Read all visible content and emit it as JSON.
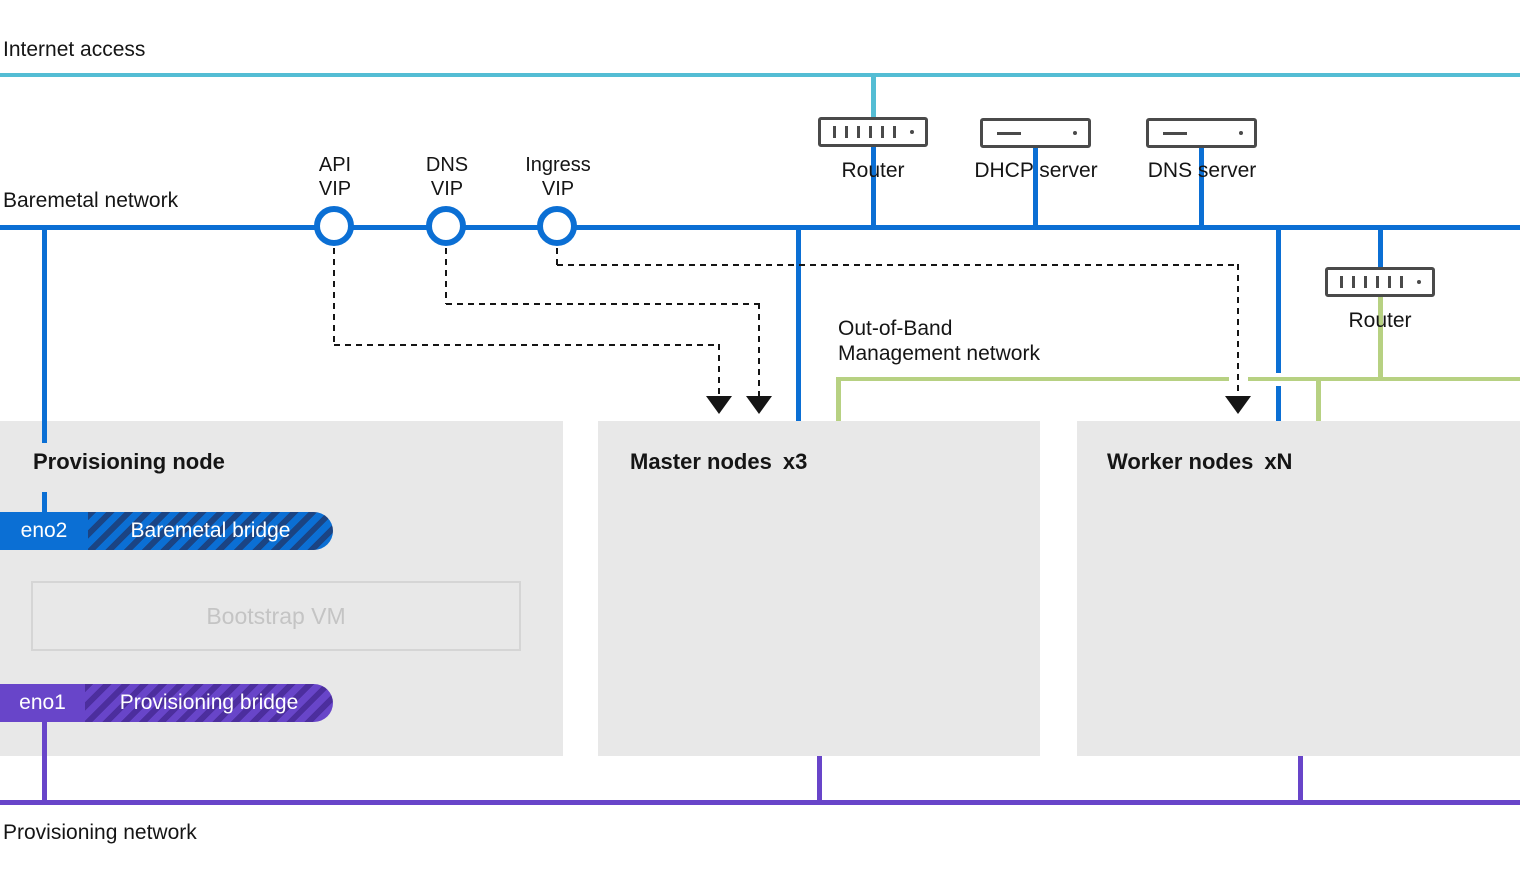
{
  "colors": {
    "internet": "#54bdd4",
    "baremetal": "#0b6fd4",
    "baremetal_dark": "#1b4483",
    "provisioning": "#6845c9",
    "provisioning_dark": "#4c2e9e",
    "oob": "#b7d182",
    "box_bg": "#e8e8e8",
    "text": "#151515",
    "icon_stroke": "#4a4a4a",
    "dash": "#151515",
    "bootstrap_border": "#d5d5d5",
    "bootstrap_text": "#c4c4c4"
  },
  "networks": {
    "internet": {
      "label": "Internet access"
    },
    "baremetal": {
      "label": "Baremetal network"
    },
    "oob": {
      "label_line1": "Out-of-Band",
      "label_line2": "Management network"
    },
    "provisioning": {
      "label": "Provisioning network"
    }
  },
  "vips": {
    "api": {
      "line1": "API",
      "line2": "VIP"
    },
    "dns": {
      "line1": "DNS",
      "line2": "VIP"
    },
    "ingress": {
      "line1": "Ingress",
      "line2": "VIP"
    }
  },
  "devices": {
    "router_top": {
      "label": "Router"
    },
    "dhcp_server": {
      "label": "DHCP server"
    },
    "dns_server": {
      "label": "DNS server"
    },
    "router_right": {
      "label": "Router"
    }
  },
  "nodes": {
    "provisioning": {
      "title": "Provisioning node",
      "nic_baremetal": "eno2",
      "baremetal_bridge": "Baremetal bridge",
      "bootstrap_vm": "Bootstrap VM",
      "nic_provisioning": "eno1",
      "provisioning_bridge": "Provisioning bridge"
    },
    "master": {
      "title": "Master nodes",
      "multiplier": "x3"
    },
    "worker": {
      "title": "Worker nodes",
      "multiplier": "xN"
    }
  }
}
